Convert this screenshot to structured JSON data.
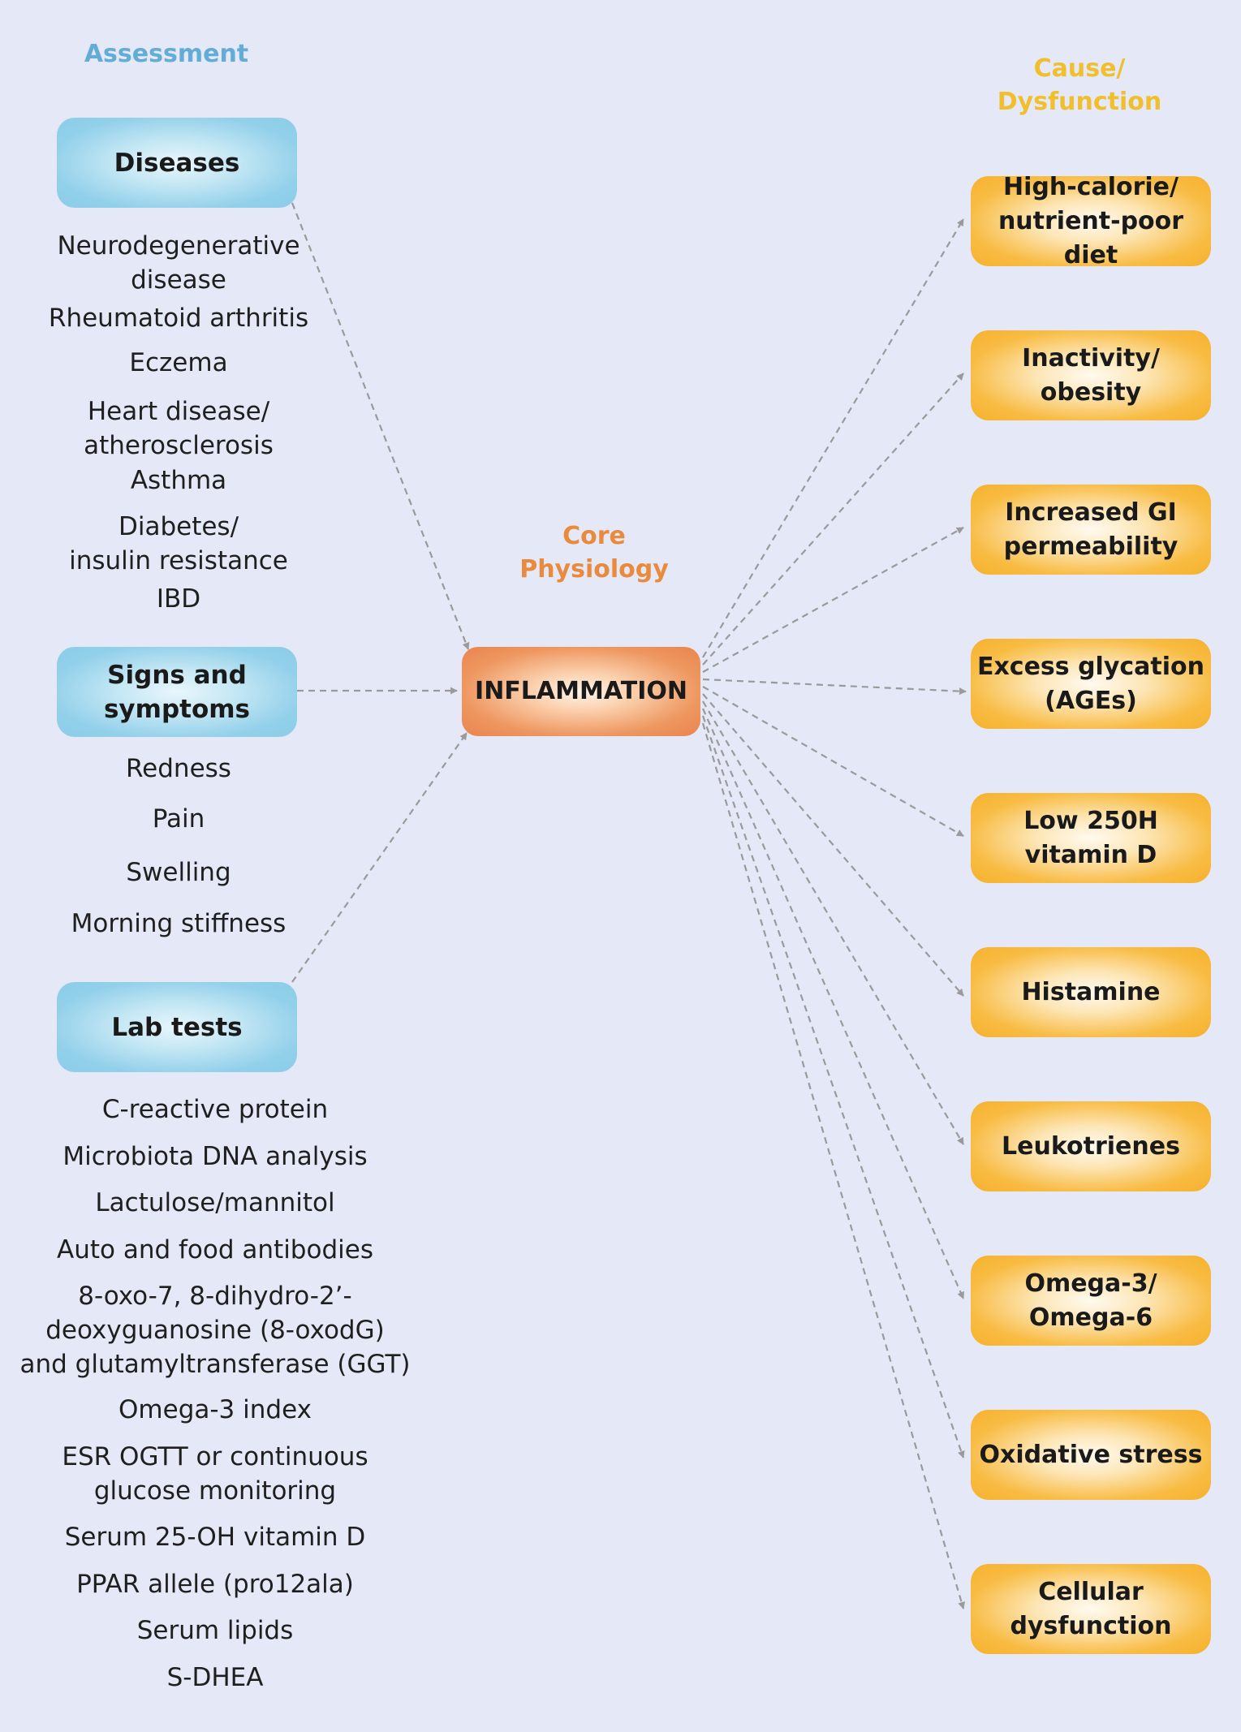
{
  "headings": {
    "assessment": "Assessment",
    "core": "Core\nPhysiology",
    "cause": "Cause/\nDysfunction"
  },
  "core_node": "INFLAMMATION",
  "assessment_groups": [
    {
      "label": "Diseases",
      "items": [
        "Neurodegenerative\ndisease",
        "Rheumatoid arthritis",
        "Eczema",
        "Heart disease/\natherosclerosis",
        "Asthma",
        "Diabetes/\ninsulin resistance",
        "IBD"
      ]
    },
    {
      "label": "Signs and\nsymptoms",
      "items": [
        "Redness",
        "Pain",
        "Swelling",
        "Morning stiffness"
      ]
    },
    {
      "label": "Lab tests",
      "items": [
        "C-reactive protein",
        "Microbiota DNA analysis",
        "Lactulose/mannitol",
        "Auto and food antibodies",
        "8-oxo-7, 8-dihydro-2’-\ndeoxyguanosine (8-oxodG)\nand glutamyltransferase (GGT)",
        "Omega-3 index",
        "ESR OGTT or continuous\nglucose monitoring",
        "Serum 25-OH vitamin D",
        "PPAR allele (pro12ala)",
        "Serum lipids",
        "S-DHEA"
      ]
    }
  ],
  "causes": [
    "High-calorie/\nnutrient-poor diet",
    "Inactivity/\nobesity",
    "Increased GI\npermeability",
    "Excess glycation\n(AGEs)",
    "Low 250H\nvitamin D",
    "Histamine",
    "Leukotrienes",
    "Omega-3/\nOmega-6",
    "Oxidative stress",
    "Cellular\ndysfunction"
  ],
  "colors": {
    "background": "#e4e8f7",
    "assessment": "#62acd6",
    "core": "#e98a3c",
    "cause": "#f1be2c",
    "arrow": "#9a9a9a"
  }
}
